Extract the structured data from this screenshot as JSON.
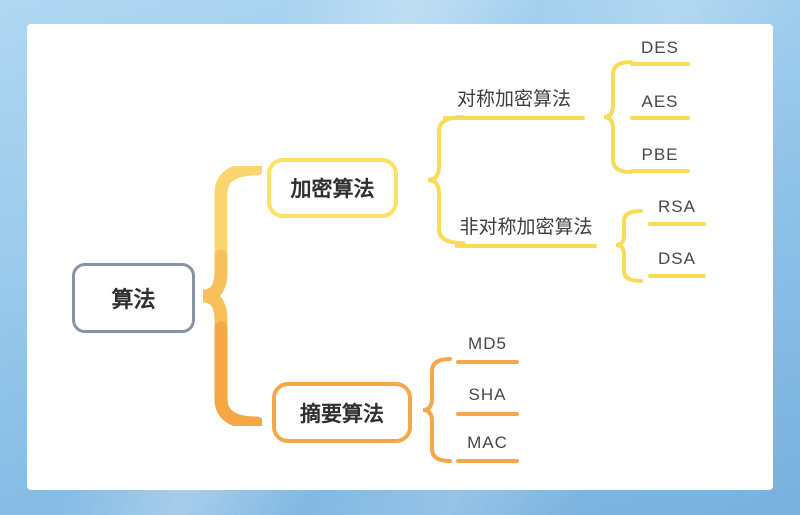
{
  "tree": {
    "root": {
      "label": "算法"
    },
    "branches": [
      {
        "label": "加密算法",
        "children": [
          {
            "label": "对称加密算法",
            "children": [
              {
                "label": "DES"
              },
              {
                "label": "AES"
              },
              {
                "label": "PBE"
              }
            ]
          },
          {
            "label": "非对称加密算法",
            "children": [
              {
                "label": "RSA"
              },
              {
                "label": "DSA"
              }
            ]
          }
        ]
      },
      {
        "label": "摘要算法",
        "children": [
          {
            "label": "MD5"
          },
          {
            "label": "SHA"
          },
          {
            "label": "MAC"
          }
        ]
      }
    ]
  },
  "colors": {
    "yellow_accent": "#f7dc5a",
    "orange_accent": "#f5a84b",
    "root_border_gray": "#8593a5",
    "encrypt_node_border": "#fbe264",
    "digest_node_border": "#f4a84b",
    "root_brace_top": "#fbd66e",
    "root_brace_mid": "#f8c05a",
    "root_brace_bottom": "#f5a645",
    "text_dark": "#2f2f2f",
    "canvas_white": "#ffffff",
    "background_blue": "#8fc3e9"
  }
}
